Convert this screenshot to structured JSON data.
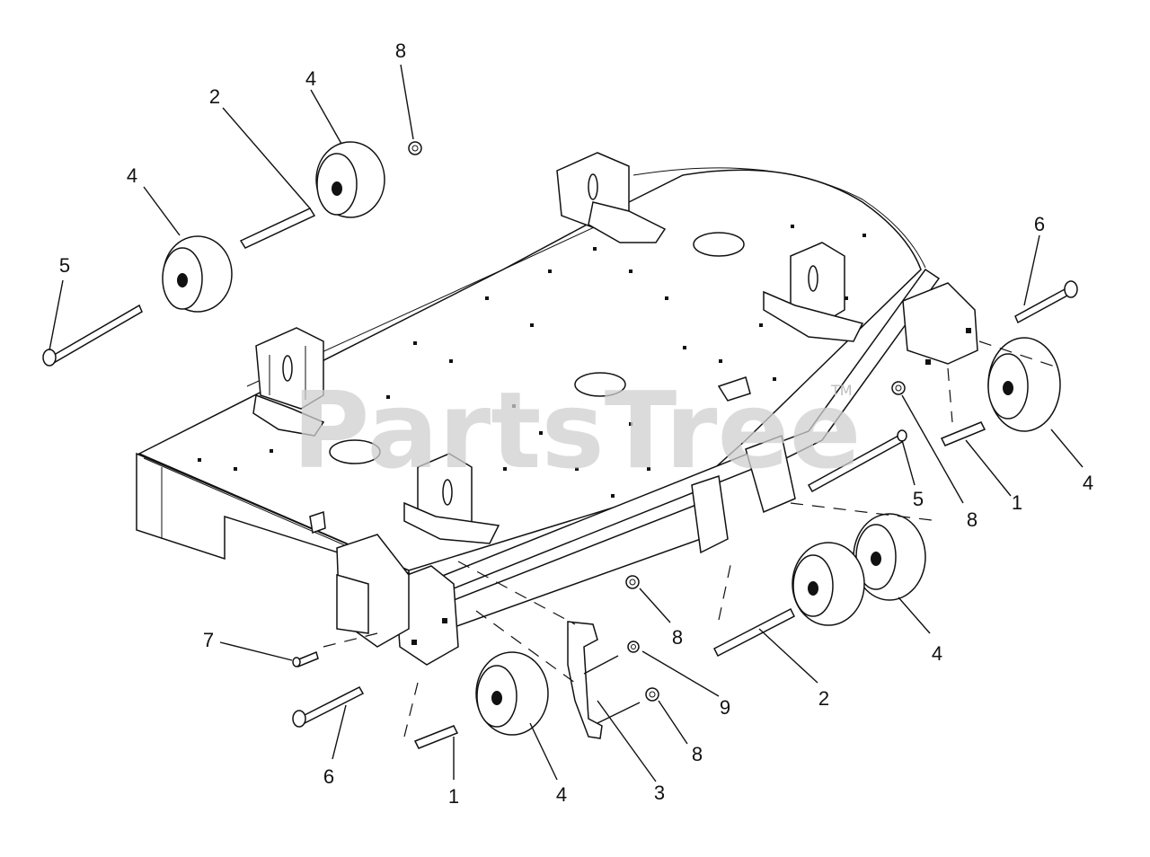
{
  "watermark": {
    "text": "PartsTree",
    "trademark": "TM"
  },
  "callouts": [
    {
      "id": "c-8-top",
      "label": "8"
    },
    {
      "id": "c-4-top",
      "label": "4"
    },
    {
      "id": "c-2-top",
      "label": "2"
    },
    {
      "id": "c-4-left",
      "label": "4"
    },
    {
      "id": "c-5-left",
      "label": "5"
    },
    {
      "id": "c-6-right",
      "label": "6"
    },
    {
      "id": "c-4-right",
      "label": "4"
    },
    {
      "id": "c-1-right",
      "label": "1"
    },
    {
      "id": "c-8-right",
      "label": "8"
    },
    {
      "id": "c-5-right",
      "label": "5"
    },
    {
      "id": "c-8-mid",
      "label": "8"
    },
    {
      "id": "c-4-mid",
      "label": "4"
    },
    {
      "id": "c-2-mid",
      "label": "2"
    },
    {
      "id": "c-9",
      "label": "9"
    },
    {
      "id": "c-8-low",
      "label": "8"
    },
    {
      "id": "c-7",
      "label": "7"
    },
    {
      "id": "c-6-left",
      "label": "6"
    },
    {
      "id": "c-1-left",
      "label": "1"
    },
    {
      "id": "c-4-bottom",
      "label": "4"
    },
    {
      "id": "c-3",
      "label": "3"
    }
  ]
}
